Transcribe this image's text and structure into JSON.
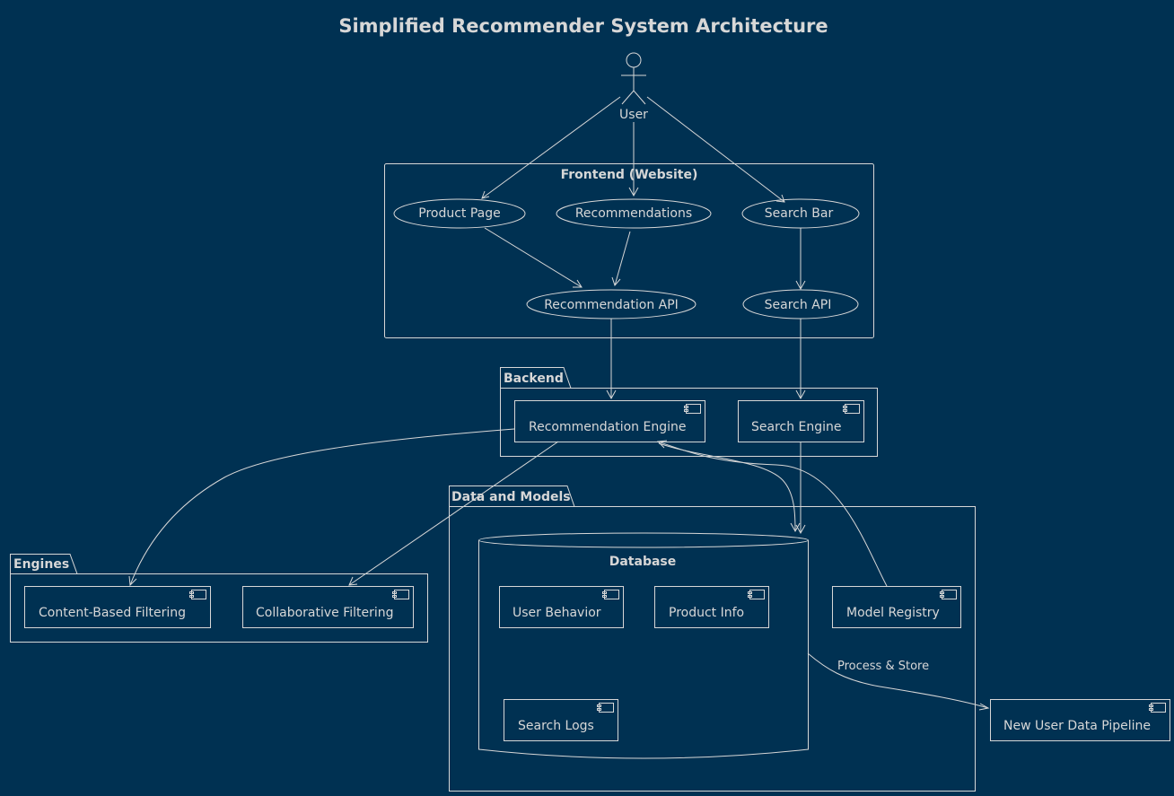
{
  "title": "Simplified Recommender System Architecture",
  "actor": {
    "label": "User",
    "icon": "stick-figure-icon"
  },
  "packages": {
    "frontend": "Frontend (Website)",
    "backend": "Backend",
    "data_models": "Data and Models",
    "engines": "Engines"
  },
  "usecases": {
    "product_page": "Product Page",
    "recommendations": "Recommendations",
    "search_bar": "Search Bar",
    "recommendation_api": "Recommendation API",
    "search_api": "Search API"
  },
  "components": {
    "recommendation_engine": "Recommendation Engine",
    "search_engine": "Search Engine",
    "content_filtering": "Content-Based Filtering",
    "collaborative_filtering": "Collaborative Filtering",
    "user_behavior": "User Behavior",
    "product_info": "Product Info",
    "search_logs": "Search Logs",
    "model_registry": "Model Registry",
    "new_user_pipeline": "New User Data Pipeline"
  },
  "database": {
    "label": "Database"
  },
  "edges": {
    "process_store": "Process & Store"
  },
  "colors": {
    "background": "#003152",
    "foreground": "#d7d7d7"
  }
}
